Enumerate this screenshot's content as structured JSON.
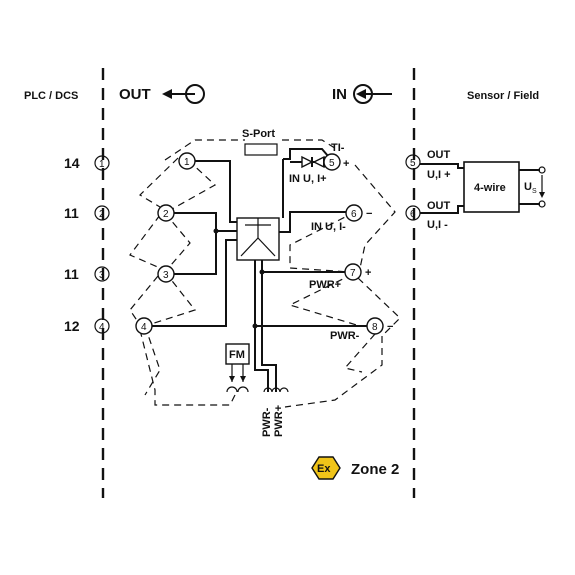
{
  "header": {
    "left_zone": "PLC / DCS",
    "out_label": "OUT",
    "in_label": "IN",
    "right_zone": "Sensor / Field"
  },
  "plc_terminals": [
    "14",
    "11",
    "11",
    "12"
  ],
  "plc_terminal_numbers": [
    "1",
    "2",
    "3",
    "4"
  ],
  "module": {
    "sport_label": "S-Port",
    "ti_label": "TI-",
    "in_ui_plus": "IN U, I+",
    "in_ui_minus": "IN U, I-",
    "pwr_plus": "PWR+",
    "pwr_minus": "PWR-",
    "fm_label": "FM",
    "bottom_pwr_minus": "PWR-",
    "bottom_pwr_plus": "PWR+",
    "plus_sign": "+",
    "minus_sign": "−",
    "left_nodes": [
      "1",
      "2",
      "3",
      "4"
    ],
    "right_nodes": [
      "5",
      "6",
      "7",
      "8"
    ]
  },
  "sensor": {
    "node_top": "5",
    "node_bottom": "6",
    "out_top": "OUT",
    "ui_plus": "U,I +",
    "out_bottom": "OUT",
    "ui_minus": "U,I -",
    "device_label": "4-wire",
    "us_label": "U",
    "us_sub": "S"
  },
  "badge": {
    "ex_text": "Ex",
    "zone_text": "Zone 2",
    "color": "#f0c419"
  }
}
